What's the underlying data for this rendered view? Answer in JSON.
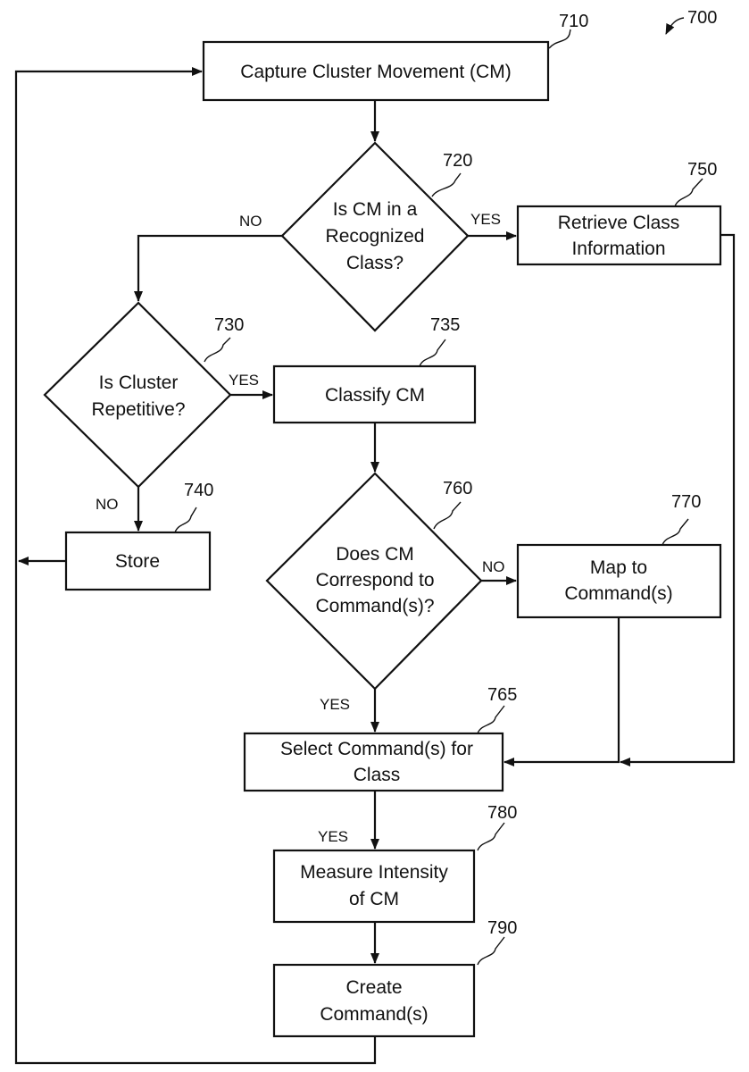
{
  "figure": {
    "ref": "700"
  },
  "nodes": [
    {
      "id": "710",
      "type": "process",
      "lines": [
        "Capture Cluster Movement (CM)"
      ]
    },
    {
      "id": "720",
      "type": "decision",
      "lines": [
        "Is CM in a",
        "Recognized",
        "Class?"
      ]
    },
    {
      "id": "730",
      "type": "decision",
      "lines": [
        "Is Cluster",
        "Repetitive?"
      ]
    },
    {
      "id": "735",
      "type": "process",
      "lines": [
        "Classify CM"
      ]
    },
    {
      "id": "740",
      "type": "process",
      "lines": [
        "Store"
      ]
    },
    {
      "id": "750",
      "type": "process",
      "lines": [
        "Retrieve Class",
        "Information"
      ]
    },
    {
      "id": "760",
      "type": "decision",
      "lines": [
        "Does CM",
        "Correspond to",
        "Command(s)?"
      ]
    },
    {
      "id": "765",
      "type": "process",
      "lines": [
        "Select Command(s) for",
        "Class"
      ]
    },
    {
      "id": "770",
      "type": "process",
      "lines": [
        "Map to",
        "Command(s)"
      ]
    },
    {
      "id": "780",
      "type": "process",
      "lines": [
        "Measure Intensity",
        "of CM"
      ]
    },
    {
      "id": "790",
      "type": "process",
      "lines": [
        "Create",
        "Command(s)"
      ]
    }
  ],
  "edges": [
    {
      "from": "710",
      "to": "720",
      "label": ""
    },
    {
      "from": "720",
      "to": "750",
      "label": "YES"
    },
    {
      "from": "720",
      "to": "730",
      "label": "NO"
    },
    {
      "from": "730",
      "to": "735",
      "label": "YES"
    },
    {
      "from": "730",
      "to": "740",
      "label": "NO"
    },
    {
      "from": "740",
      "to": "710",
      "label": ""
    },
    {
      "from": "735",
      "to": "760",
      "label": ""
    },
    {
      "from": "760",
      "to": "770",
      "label": "NO"
    },
    {
      "from": "760",
      "to": "765",
      "label": "YES"
    },
    {
      "from": "770",
      "to": "765",
      "label": ""
    },
    {
      "from": "750",
      "to": "765",
      "label": ""
    },
    {
      "from": "765",
      "to": "780",
      "label": "YES"
    },
    {
      "from": "780",
      "to": "790",
      "label": ""
    },
    {
      "from": "790",
      "to": "710",
      "label": ""
    }
  ]
}
